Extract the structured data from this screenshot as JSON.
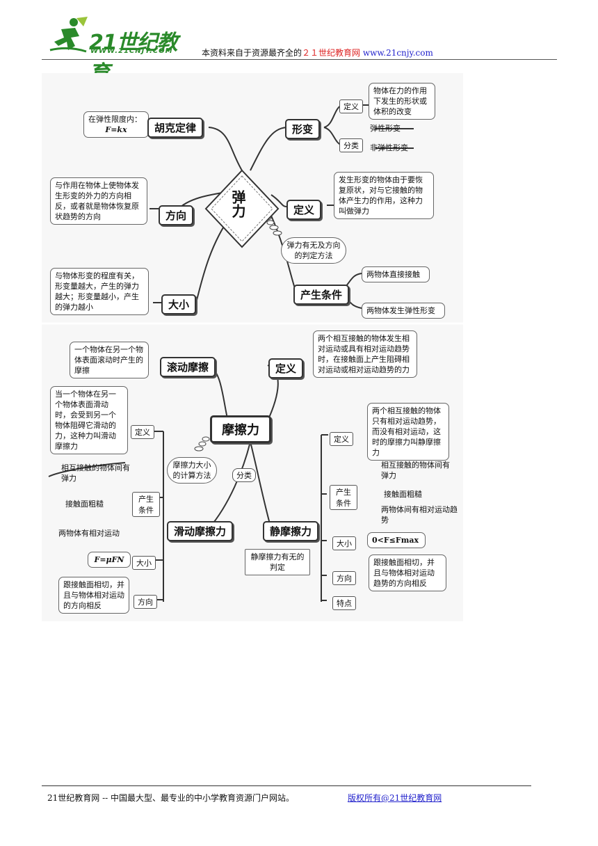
{
  "header": {
    "logo_brand": "21世纪教育",
    "logo_url": "WWW.21CNJY.COM",
    "note_prefix": "本资料来自于资源最齐全的",
    "note_red": "２１世纪教育网",
    "note_url": "www.21cnjy.com"
  },
  "elastic": {
    "center": "弹力",
    "hooke": {
      "label": "胡克定律",
      "text": "在弹性限度内：",
      "formula": "F=kx"
    },
    "deformation": {
      "label": "形变",
      "definition_tag": "定义",
      "definition_text": "物体在力的作用下发生的形状或体积的改变",
      "classify_tag": "分类",
      "types": [
        "弹性形变",
        "非弹性形变"
      ]
    },
    "direction": {
      "label": "方向",
      "text": "与作用在物体上使物体发生形变的外力的方向相反，或者就是物体恢复原状趋势的方向"
    },
    "definition": {
      "label": "定义",
      "text": "发生形变的物体由于要恢复原状，对与它接触的物体产生力的作用，这种力叫做弹力"
    },
    "judge": "弹力有无及方向的判定方法",
    "magnitude": {
      "label": "大小",
      "text": "与物体形变的程度有关，形变量越大，产生的弹力越大；形变量越小，产生的弹力越小"
    },
    "conditions": {
      "label": "产生条件",
      "items": [
        "两物体直接接触",
        "两物体发生弹性形变"
      ]
    }
  },
  "friction": {
    "center": "摩擦力",
    "rolling": {
      "label": "滚动摩擦",
      "text": "一个物体在另一个物体表面滚动时产生的摩擦"
    },
    "definition": {
      "label": "定义",
      "text": "两个相互接触的物体发生相对运动或具有相对运动趋势时，在接触面上产生阻碍相对运动或相对运动趋势的力"
    },
    "calc": "摩擦力大小的计算方法",
    "classify": "分类",
    "sliding": {
      "label": "滑动摩擦力",
      "def_tag": "定义",
      "def_text": "当一个物体在另一个物体表面滑动时，会受到另一个物体阻碍它滑动的力，这种力叫滑动摩擦力",
      "cond_tag": "产生条件",
      "conditions": [
        "相互接触的物体间有弹力",
        "接触面粗糙",
        "两物体有相对运动"
      ],
      "size_tag": "大小",
      "formula": "F=μFN",
      "dir_tag": "方向",
      "dir_text": "跟接触面相切，并且与物体相对运动的方向相反"
    },
    "static": {
      "label": "静摩擦力",
      "def_tag": "定义",
      "def_text": "两个相互接触的物体只有相对运动趋势，而没有相对运动，这时的摩擦力叫静摩擦力",
      "cond_tag": "产生条件",
      "conditions": [
        "相互接触的物体间有弹力",
        "接触面粗糙",
        "两物体间有相对运动趋势"
      ],
      "size_tag": "大小",
      "size_text": "0<F≤Fmax",
      "dir_tag": "方向",
      "dir_text": "跟接触面相切，并且与物体相对运动趋势的方向相反",
      "feature_tag": "特点",
      "judge": "静摩擦力有无的判定"
    }
  },
  "footer": {
    "left": "21世纪教育网 -- 中国最大型、最专业的中小学教育资源门户网站。",
    "right": "版权所有@21世纪教育网"
  }
}
